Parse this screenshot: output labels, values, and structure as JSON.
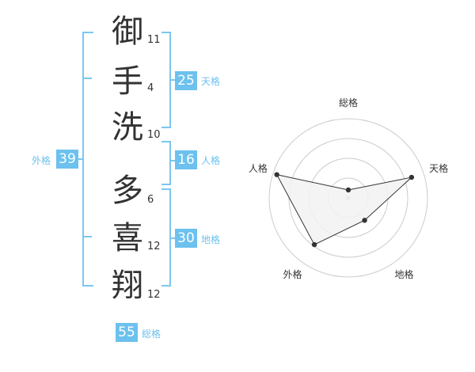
{
  "surname": [
    {
      "char": "御",
      "strokes": "11"
    },
    {
      "char": "手",
      "strokes": "4"
    },
    {
      "char": "洗",
      "strokes": "10"
    }
  ],
  "given": [
    {
      "char": "多",
      "strokes": "6"
    },
    {
      "char": "喜",
      "strokes": "12"
    },
    {
      "char": "翔",
      "strokes": "12"
    }
  ],
  "kaku": {
    "ten": {
      "value": "25",
      "label": "天格"
    },
    "jin": {
      "value": "16",
      "label": "人格"
    },
    "chi": {
      "value": "30",
      "label": "地格"
    },
    "gai": {
      "value": "39",
      "label": "外格"
    },
    "sokaku": {
      "value": "55",
      "label": "総格"
    }
  },
  "chart_data": {
    "type": "radar",
    "axes": [
      "総格",
      "天格",
      "地格",
      "外格",
      "人格"
    ],
    "values": [
      0.1,
      0.84,
      0.35,
      0.73,
      0.95
    ],
    "range": [
      0,
      1
    ],
    "rings": 4,
    "colors": {
      "fill": "#f2f2f2",
      "line": "#333333",
      "grid": "#cccccc"
    }
  }
}
